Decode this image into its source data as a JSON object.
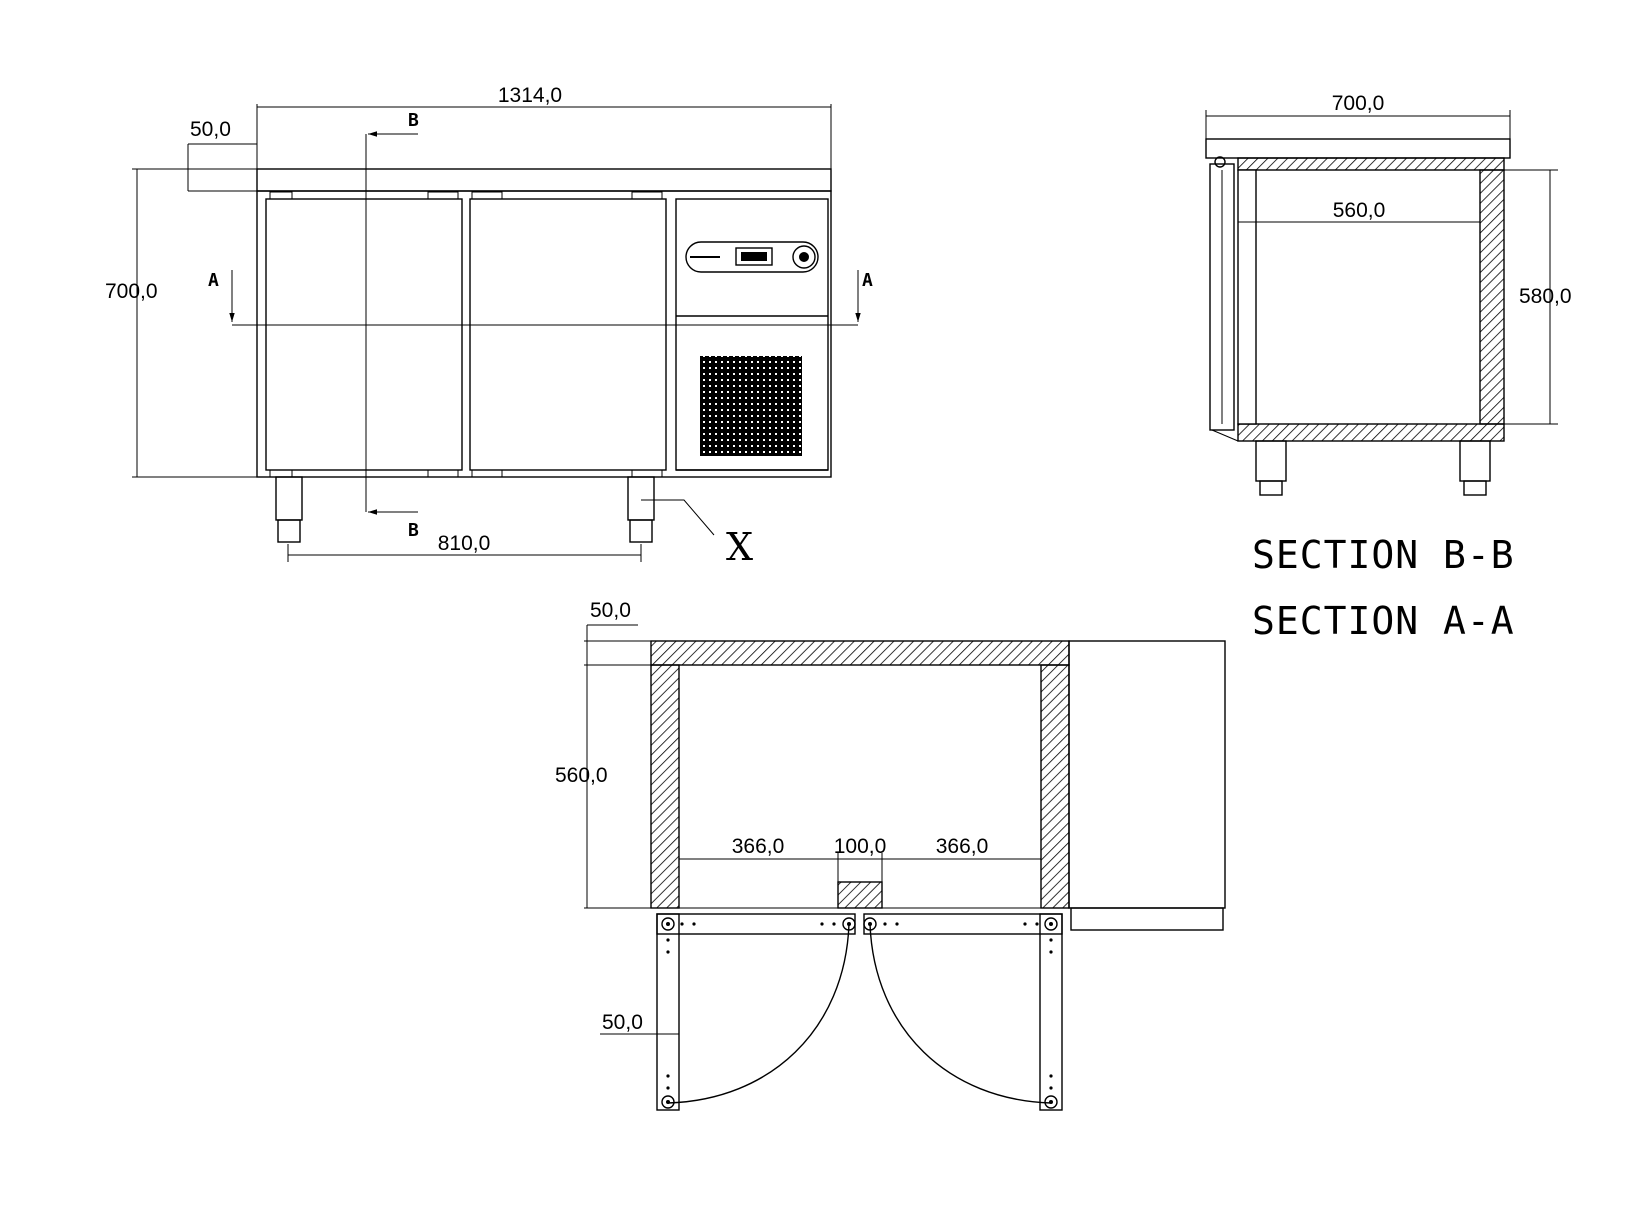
{
  "front_view": {
    "width_dim": "1314,0",
    "top_overhang_dim": "50,0",
    "height_dim": "700,0",
    "leg_spacing_dim": "810,0",
    "section_mark_a": "A",
    "section_mark_b": "B",
    "detail_mark": "X"
  },
  "section_bb": {
    "title": "SECTION B-B",
    "depth_dim": "700,0",
    "inner_depth_dim": "560,0",
    "inner_height_dim": "580,0"
  },
  "section_aa": {
    "title": "SECTION A-A",
    "top_wall_dim": "50,0",
    "inner_depth_dim": "560,0",
    "left_opening_dim": "366,0",
    "mullion_dim": "100,0",
    "right_opening_dim": "366,0",
    "door_thickness_dim": "50,0"
  },
  "colors": {
    "line": "#000000",
    "background": "#ffffff"
  }
}
